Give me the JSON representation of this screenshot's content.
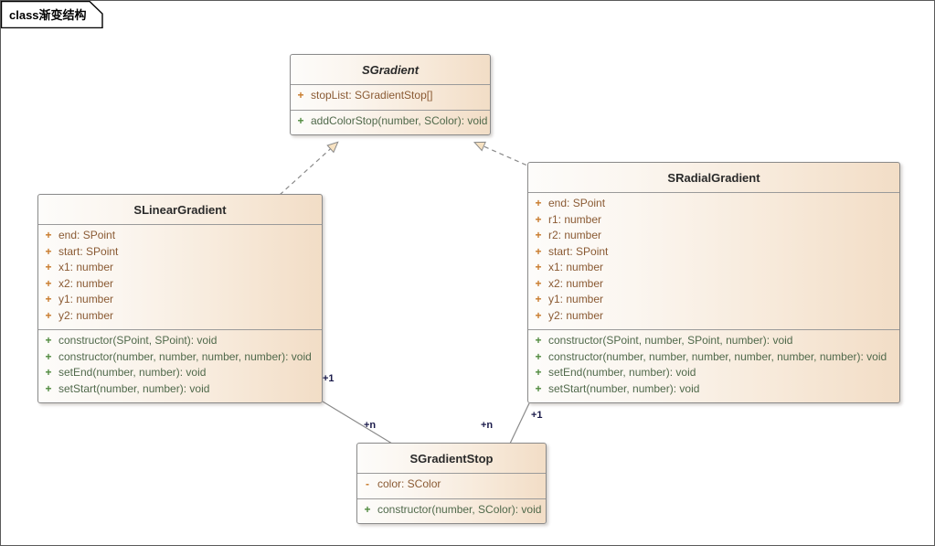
{
  "diagram": {
    "frame_label_keyword": "class",
    "frame_label_name": "渐变结构",
    "background_color": "#ffffff",
    "box_border_color": "#8a8a8a",
    "box_fill_start": "#fdfcfa",
    "box_fill_end": "#f2ddc6",
    "attribute_color": "#8a5a33",
    "operation_color": "#50694b",
    "link_color": "#8a8a8a",
    "multiplicity_color": "#1a1a4a"
  },
  "classes": [
    {
      "id": "sgradient",
      "name": "SGradient",
      "abstract": true,
      "attributes": [
        {
          "visibility": "+",
          "signature": "stopList: SGradientStop[]"
        }
      ],
      "operations": [
        {
          "visibility": "+",
          "signature": "addColorStop(number, SColor): void"
        }
      ]
    },
    {
      "id": "slineargradient",
      "name": "SLinearGradient",
      "abstract": false,
      "attributes": [
        {
          "visibility": "+",
          "signature": "end: SPoint"
        },
        {
          "visibility": "+",
          "signature": "start: SPoint"
        },
        {
          "visibility": "+",
          "signature": "x1: number"
        },
        {
          "visibility": "+",
          "signature": "x2: number"
        },
        {
          "visibility": "+",
          "signature": "y1: number"
        },
        {
          "visibility": "+",
          "signature": "y2: number"
        }
      ],
      "operations": [
        {
          "visibility": "+",
          "signature": "constructor(SPoint, SPoint): void"
        },
        {
          "visibility": "+",
          "signature": "constructor(number, number, number, number): void"
        },
        {
          "visibility": "+",
          "signature": "setEnd(number, number): void"
        },
        {
          "visibility": "+",
          "signature": "setStart(number, number): void"
        }
      ]
    },
    {
      "id": "sradialgradient",
      "name": "SRadialGradient",
      "abstract": false,
      "attributes": [
        {
          "visibility": "+",
          "signature": "end: SPoint"
        },
        {
          "visibility": "+",
          "signature": "r1: number"
        },
        {
          "visibility": "+",
          "signature": "r2: number"
        },
        {
          "visibility": "+",
          "signature": "start: SPoint"
        },
        {
          "visibility": "+",
          "signature": "x1: number"
        },
        {
          "visibility": "+",
          "signature": "x2: number"
        },
        {
          "visibility": "+",
          "signature": "y1: number"
        },
        {
          "visibility": "+",
          "signature": "y2: number"
        }
      ],
      "operations": [
        {
          "visibility": "+",
          "signature": "constructor(SPoint, number, SPoint, number): void"
        },
        {
          "visibility": "+",
          "signature": "constructor(number, number, number, number, number, number): void"
        },
        {
          "visibility": "+",
          "signature": "setEnd(number, number): void"
        },
        {
          "visibility": "+",
          "signature": "setStart(number, number): void"
        }
      ]
    },
    {
      "id": "sgradientstop",
      "name": "SGradientStop",
      "abstract": false,
      "attributes": [
        {
          "visibility": "-",
          "signature": "color: SColor"
        }
      ],
      "operations": [
        {
          "visibility": "+",
          "signature": "constructor(number, SColor): void"
        }
      ]
    }
  ],
  "relations": [
    {
      "id": "rel-linear-realizes-gradient",
      "type": "realization",
      "from": "SLinearGradient",
      "to": "SGradient",
      "source_label": "",
      "target_label": ""
    },
    {
      "id": "rel-radial-realizes-gradient",
      "type": "realization",
      "from": "SRadialGradient",
      "to": "SGradient",
      "source_label": "",
      "target_label": ""
    },
    {
      "id": "rel-linear-stops",
      "type": "association",
      "from": "SLinearGradient",
      "to": "SGradientStop",
      "source_label": "+1",
      "target_label": "+n"
    },
    {
      "id": "rel-radial-stops",
      "type": "association",
      "from": "SRadialGradient",
      "to": "SGradientStop",
      "source_label": "+1",
      "target_label": "+n"
    }
  ]
}
